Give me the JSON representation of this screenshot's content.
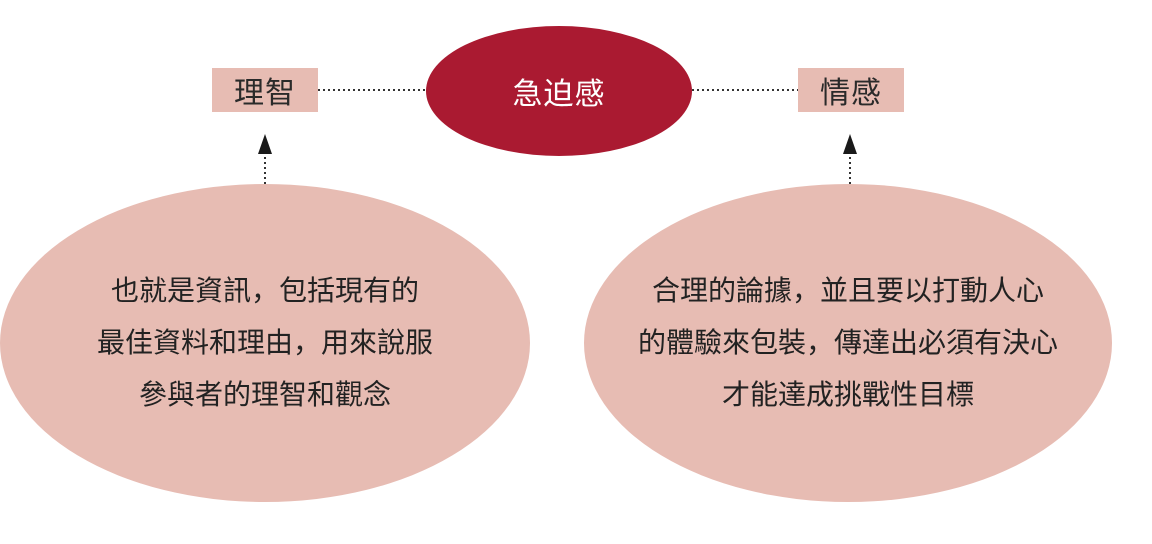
{
  "diagram": {
    "center": {
      "label": "急迫感"
    },
    "left": {
      "label": "理智",
      "description_lines": [
        "也就是資訊，包括現有的",
        "最佳資料和理由，用來說服",
        "參與者的理智和觀念"
      ]
    },
    "right": {
      "label": "情感",
      "description_lines": [
        "合理的論據，並且要以打動人心",
        "的體驗來包裝，傳達出必須有決心",
        "才能達成挑戰性目標"
      ]
    }
  },
  "colors": {
    "center_fill": "#aa1a31",
    "box_fill": "#e7bcb3",
    "text_dark": "#222222",
    "text_light": "#ffffff"
  }
}
